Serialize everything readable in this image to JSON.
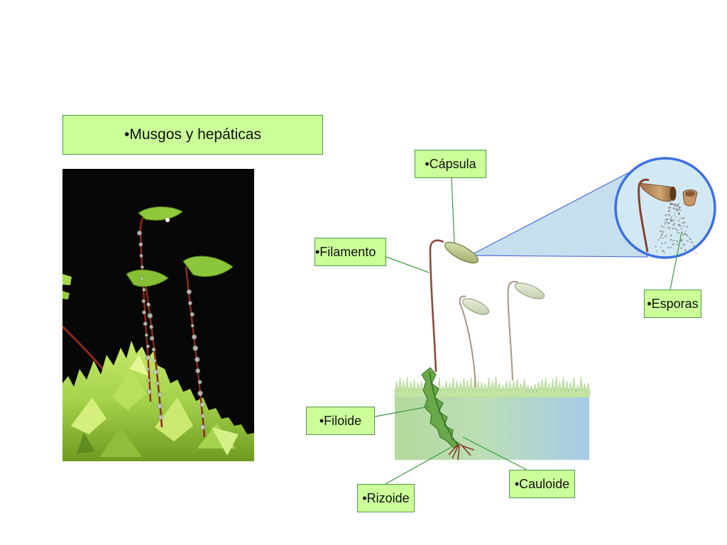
{
  "title": "•Musgos y hepáticas",
  "labels": {
    "capsula": "•Cápsula",
    "filamento": "•Filamento",
    "esporas": "•Esporas",
    "filoide": "•Filoide",
    "cauloide": "•Cauloide",
    "rizoide": "•Rizoide"
  },
  "colors": {
    "box_fill": "#ccff99",
    "box_border": "#4a994a",
    "leader_line": "#3a9a3a",
    "magnifier_ring": "#3d6fe3"
  }
}
